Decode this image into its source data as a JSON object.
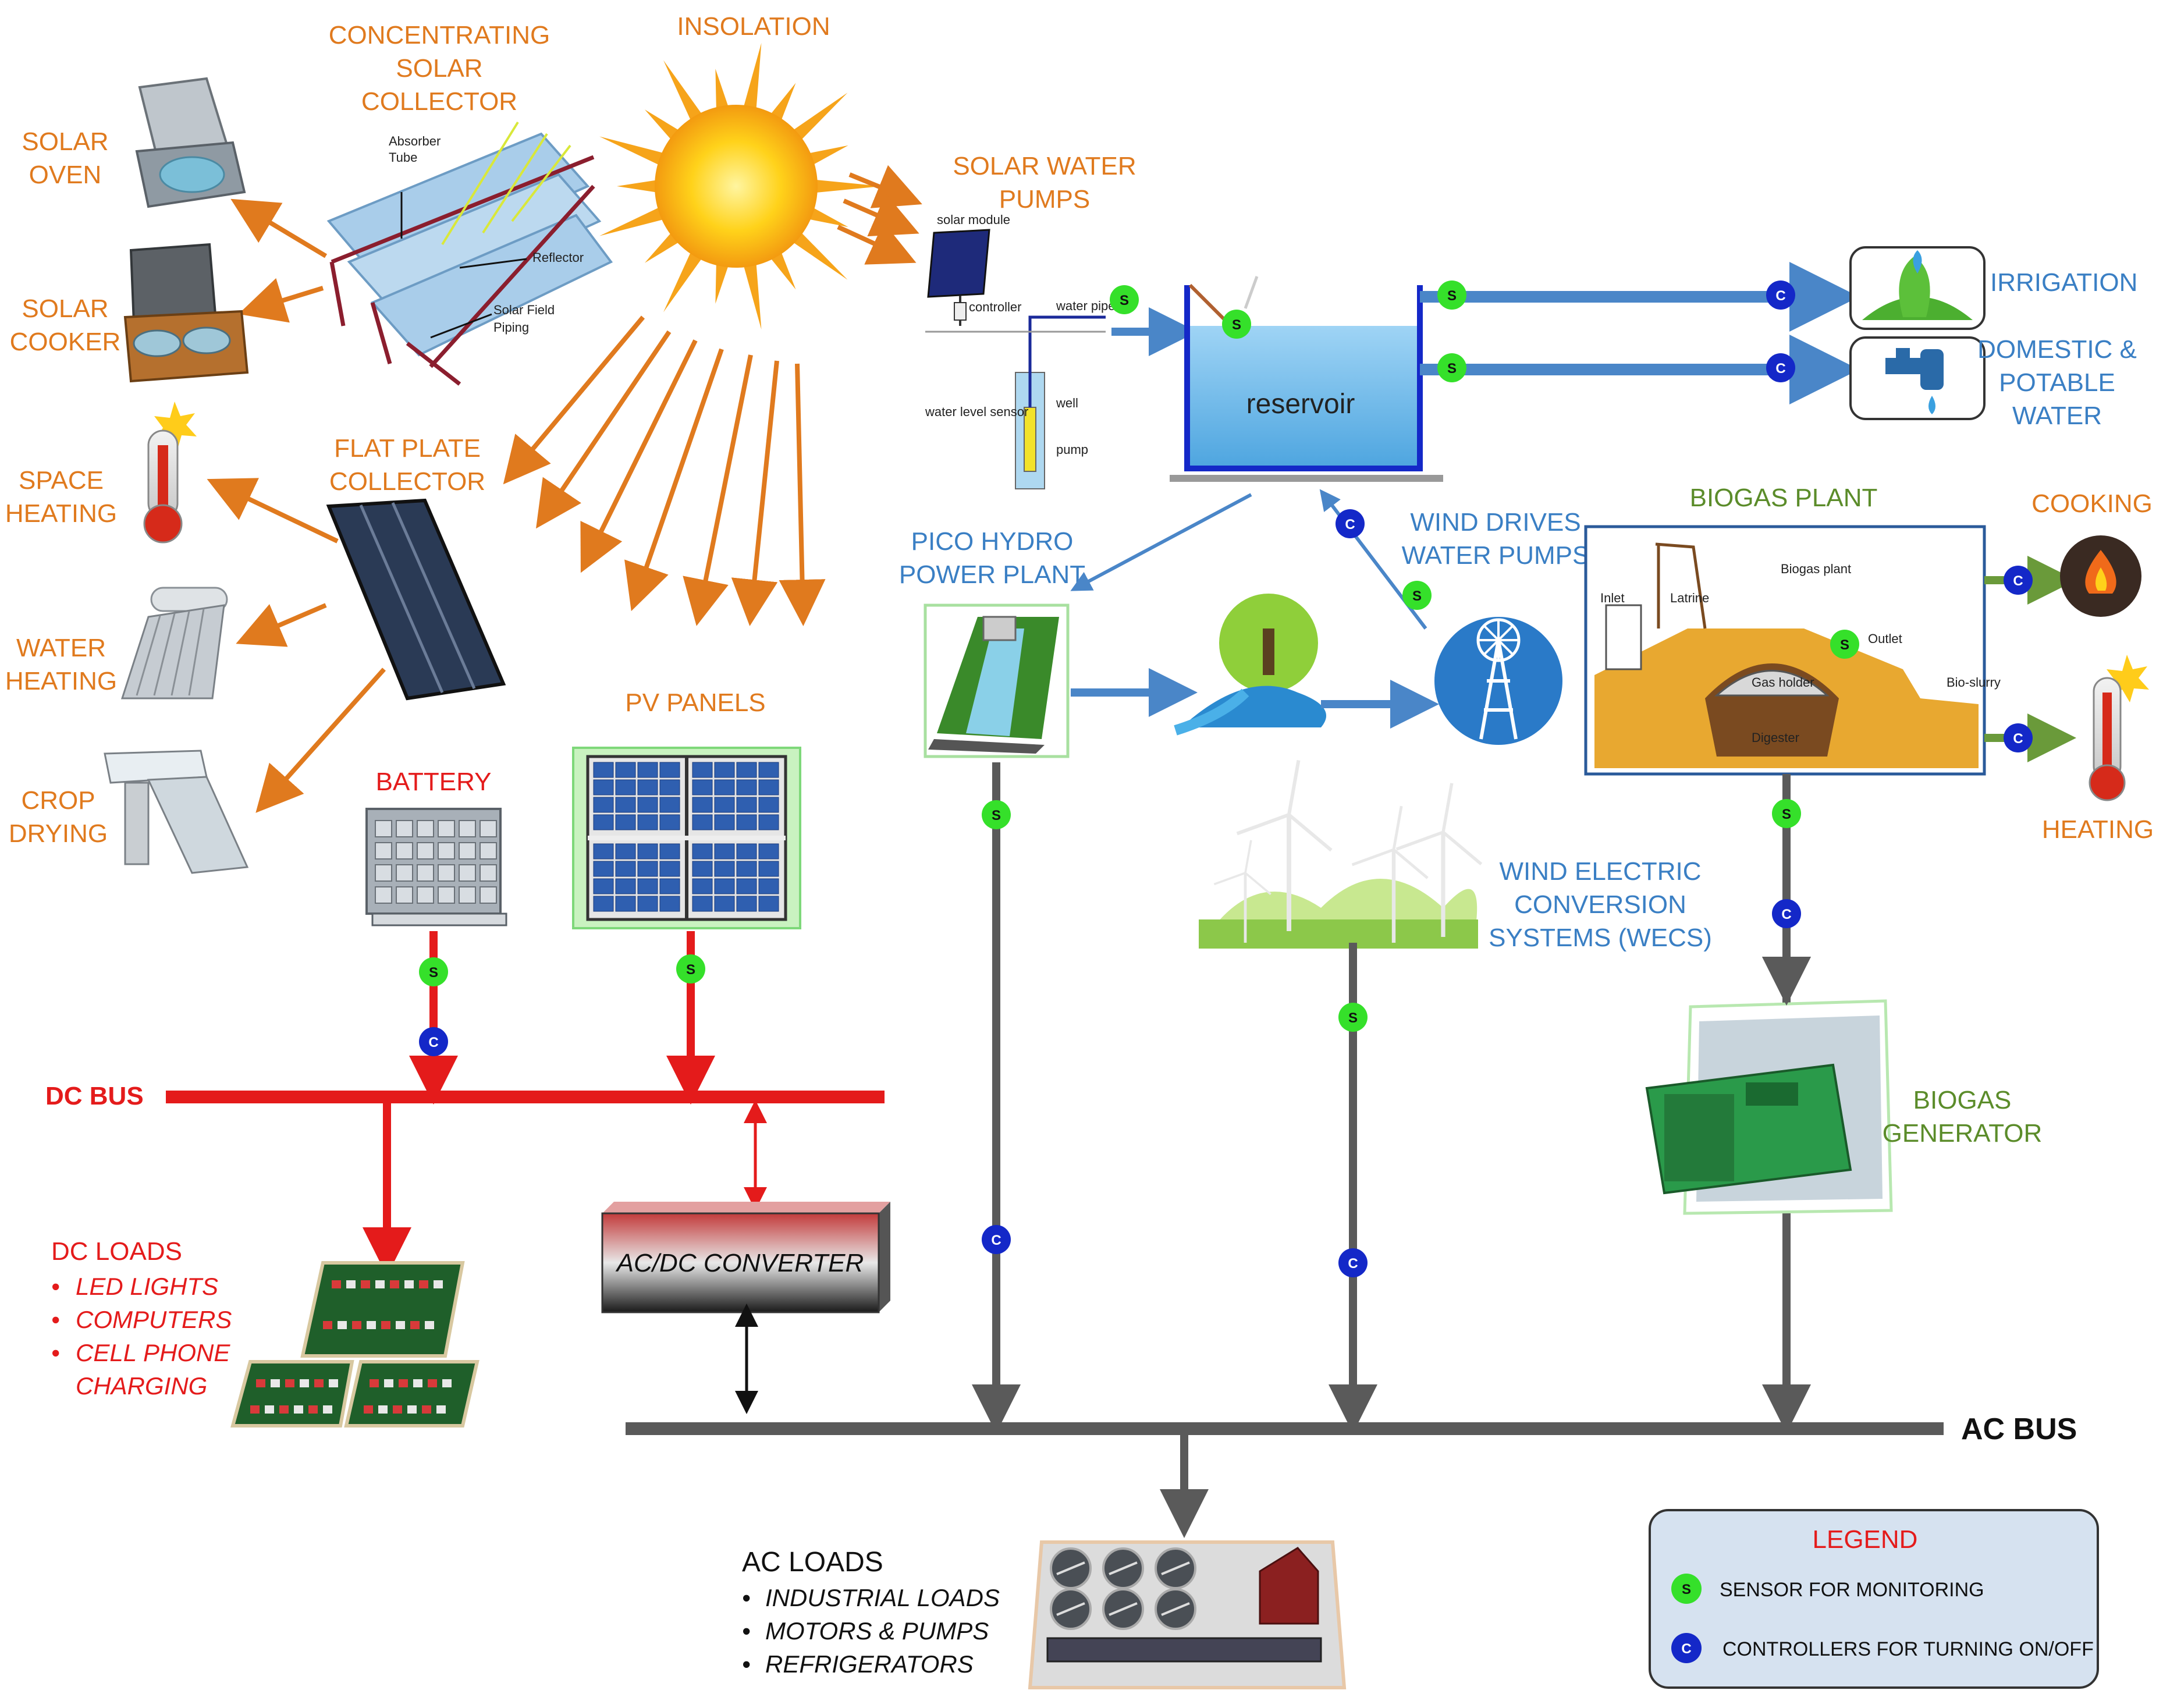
{
  "labels": {
    "insolation": "INSOLATION",
    "concentrating_collector": [
      "CONCENTRATING",
      "SOLAR",
      "COLLECTOR"
    ],
    "solar_oven": [
      "SOLAR",
      "OVEN"
    ],
    "solar_cooker": [
      "SOLAR",
      "COOKER"
    ],
    "space_heating": [
      "SPACE",
      "HEATING"
    ],
    "water_heating": [
      "WATER",
      "HEATING"
    ],
    "crop_drying": [
      "CROP",
      "DRYING"
    ],
    "flat_plate_collector": [
      "FLAT PLATE",
      "COLLECTOR"
    ],
    "battery": "BATTERY",
    "pv_panels": "PV PANELS",
    "solar_water_pumps": [
      "SOLAR WATER",
      "PUMPS"
    ],
    "reservoir": "reservoir",
    "irrigation": "IRRIGATION",
    "domestic_water": [
      "DOMESTIC &",
      "POTABLE",
      "WATER"
    ],
    "pico_hydro": [
      "PICO HYDRO",
      "POWER PLANT"
    ],
    "wind_drives_pumps": [
      "WIND DRIVES",
      "WATER PUMPS"
    ],
    "biogas_plant": "BIOGAS PLANT",
    "cooking": "COOKING",
    "heating": "HEATING",
    "wecs": [
      "WIND ELECTRIC",
      "CONVERSION",
      "SYSTEMS (WECS)"
    ],
    "biogas_generator": [
      "BIOGAS",
      "GENERATOR"
    ],
    "dc_bus": "DC BUS",
    "ac_bus": "AC BUS",
    "acdc_converter": "AC/DC CONVERTER",
    "dc_loads_title": "DC LOADS",
    "dc_loads_items": [
      "LED LIGHTS",
      "COMPUTERS",
      "CELL PHONE",
      "CHARGING"
    ],
    "ac_loads_title": "AC LOADS",
    "ac_loads_items": [
      "INDUSTRIAL LOADS",
      "MOTORS & PUMPS",
      "REFRIGERATORS"
    ]
  },
  "collector_annotations": {
    "absorber_tube": [
      "Absorber",
      "Tube"
    ],
    "reflector": "Reflector",
    "solar_field_piping": [
      "Solar Field",
      "Piping"
    ]
  },
  "pump_annotations": {
    "solar_module": "solar module",
    "controller": "controller",
    "water_pipe": "water pipe",
    "water_level_sensor": "water level sensor",
    "well": "well",
    "pump": "pump"
  },
  "biogas_annotations": {
    "title": "Biogas plant",
    "inlet": "Inlet",
    "latrine": "Latrine",
    "outlet": "Outlet",
    "gas_holder": "Gas holder",
    "digester": "Digester",
    "bio_slurry": "Bio-slurry"
  },
  "badges": {
    "sensor": "S",
    "controller": "C"
  },
  "legend": {
    "title": "LEGEND",
    "sensor_label": "SENSOR FOR MONITORING",
    "controller_label": "CONTROLLERS FOR TURNING ON/OFF"
  },
  "colors": {
    "sensor_green": "#35e02a",
    "controller_blue": "#1428c8",
    "dc_red": "#e41b1b",
    "ac_gray": "#5a5a5a",
    "sun_orange": "#e07a1e",
    "water_blue": "#3a7fc4",
    "biogas_green": "#5b8c2a"
  }
}
